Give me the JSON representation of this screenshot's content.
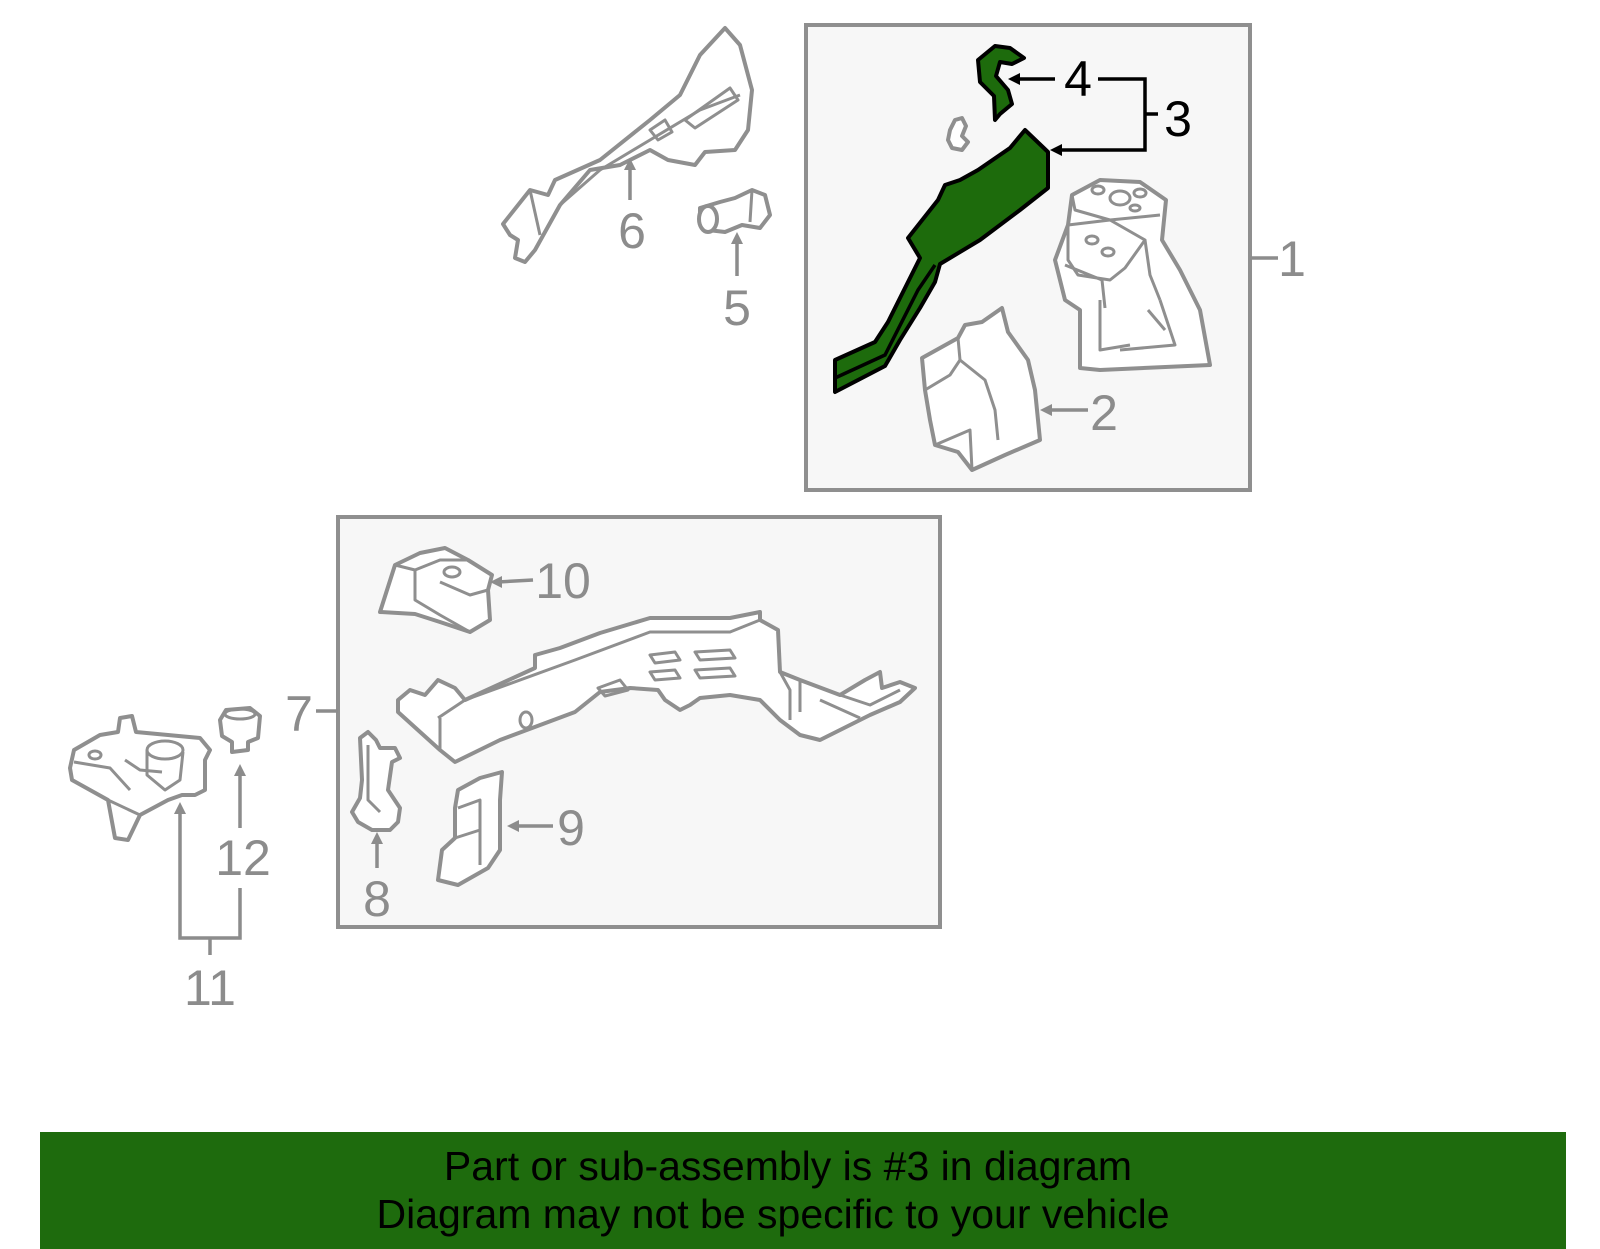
{
  "callouts": {
    "c1": "1",
    "c2": "2",
    "c3": "3",
    "c4": "4",
    "c5": "5",
    "c6": "6",
    "c7": "7",
    "c8": "8",
    "c9": "9",
    "c10": "10",
    "c11": "11",
    "c12": "12"
  },
  "highlight": {
    "part": "3",
    "color": "#1e6b0d"
  },
  "banner": {
    "line1": "Part or sub-assembly is #3 in diagram",
    "line2": "Diagram may not be specific to your vehicle"
  },
  "colors": {
    "outline": "#8f8f8f",
    "box_fill": "#f7f7f7",
    "highlight_fill": "#1d6b0c",
    "banner": "#1e6b0d"
  }
}
